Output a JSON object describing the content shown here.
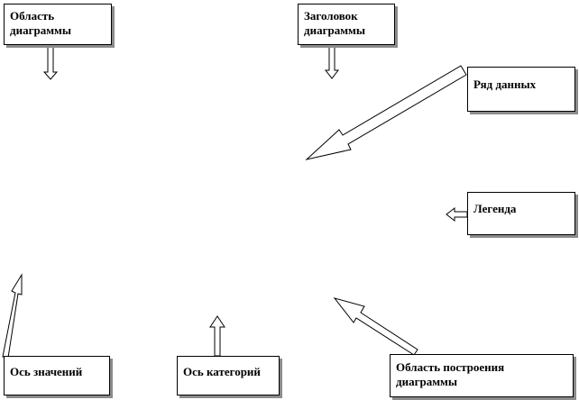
{
  "labels": {
    "chart_area": "Область диаграммы",
    "chart_title": "Заголовок диаграммы",
    "data_series": "Ряд данных",
    "legend": "Легенда",
    "value_axis": "Ось значений",
    "category_axis": "Ось категорий",
    "plot_area": "Область построения диаграммы"
  },
  "colors": {
    "border": "#000000",
    "shadow": "#8c8c8c",
    "background": "#ffffff"
  }
}
